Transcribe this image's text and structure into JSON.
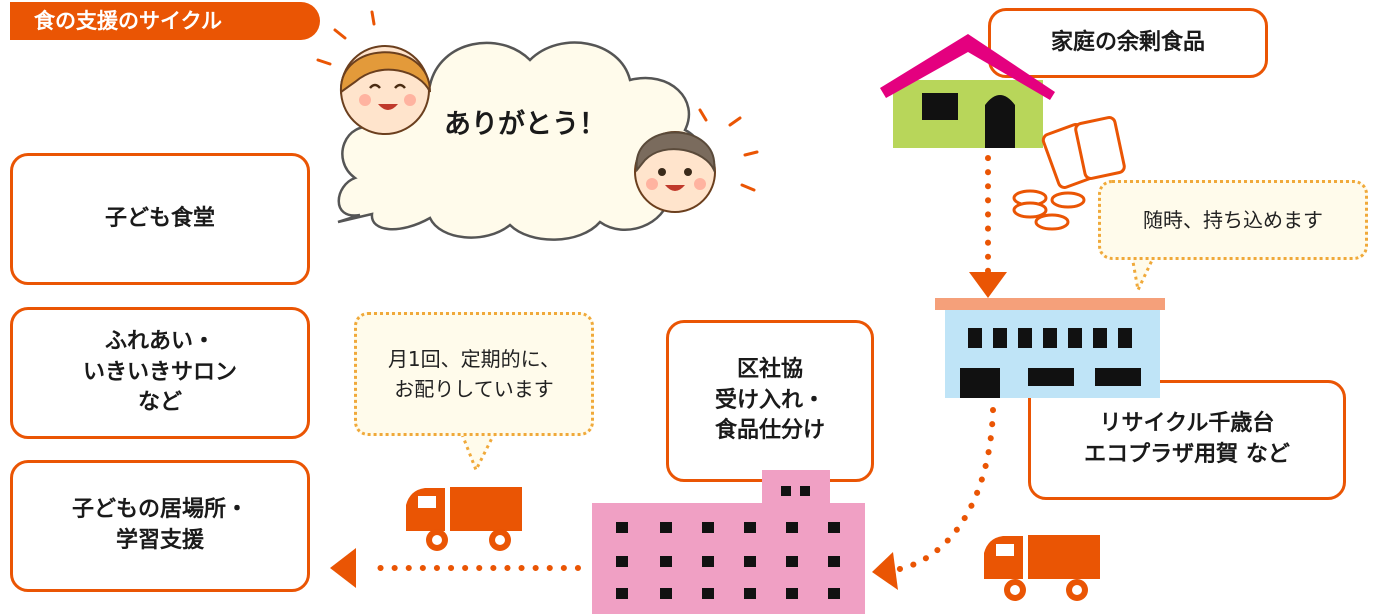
{
  "header": {
    "title": "食の支援のサイクル"
  },
  "speech": {
    "text": "ありがとう！"
  },
  "destinations": [
    {
      "label": "子ども食堂"
    },
    {
      "label": "ふれあい・\nいきいきサロン\nなど"
    },
    {
      "label": "子どもの居場所・\n学習支援"
    }
  ],
  "sources": {
    "household": "家庭の余剰食品",
    "collection_points": "リサイクル千歳台\nエコプラザ用賀 など"
  },
  "hub": {
    "label": "区社協\n受け入れ・\n食品仕分け"
  },
  "notes": {
    "monthly": "月1回、定期的に、\nお配りしています",
    "anytime": "随時、持ち込めます"
  },
  "colors": {
    "accent": "#ea5504",
    "bubble_border": "#f0a93a",
    "bubble_fill": "#fffbeb",
    "house_roof": "#e4007f",
    "house_wall": "#b8d65a",
    "building_blue": "#bfe4f7",
    "building_pink": "#f0a0c4"
  }
}
